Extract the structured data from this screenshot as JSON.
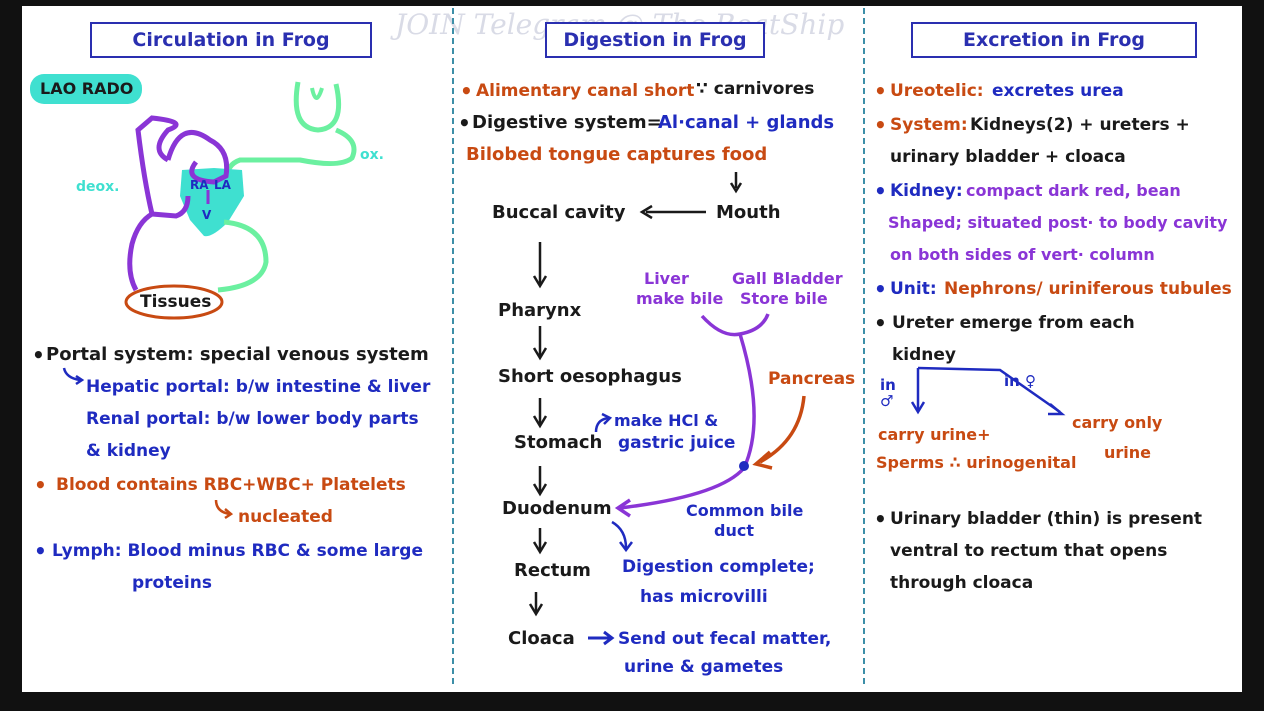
{
  "watermark": "JOIN Telegram @ The BoatShip",
  "circulation": {
    "title": "Circulation in Frog",
    "lao_rado": "LAO RADO",
    "ox": "ox.",
    "deox": "deox.",
    "ra": "RA",
    "la": "LA",
    "v": "V",
    "tissues": "Tissues",
    "portal_line": "Portal system: special venous system",
    "hepatic": "Hepatic portal: b/w intestine & liver",
    "renal_1": "Renal portal: b/w lower body parts",
    "renal_2": "& kidney",
    "blood": "Blood contains RBC+WBC+ Platelets",
    "nucleated": "nucleated",
    "lymph_1": "Lymph: Blood minus RBC & some large",
    "lymph_2": "proteins"
  },
  "digestion": {
    "title": "Digestion in Frog",
    "line1_a": "Alimentary canal short",
    "line1_b": "∵ carnivores",
    "line2_a": "Digestive system=",
    "line2_b": "Al·canal + glands",
    "line3": "Bilobed tongue captures food",
    "buccal": "Buccal cavity",
    "mouth": "Mouth",
    "liver_1": "Liver",
    "liver_2": "make bile",
    "gall_1": "Gall Bladder",
    "gall_2": "Store bile",
    "pharynx": "Pharynx",
    "oesophagus": "Short oesophagus",
    "pancreas": "Pancreas",
    "stomach": "Stomach",
    "hcl_1": "make HCl &",
    "hcl_2": "gastric juice",
    "duodenum": "Duodenum",
    "bile_1": "Common bile",
    "bile_2": "duct",
    "rectum": "Rectum",
    "dig_1": "Digestion complete;",
    "dig_2": "has microvilli",
    "cloaca": "Cloaca",
    "send_1": "Send out fecal matter,",
    "send_2": "urine & gametes"
  },
  "excretion": {
    "title": "Excretion in Frog",
    "ureo_a": "Ureotelic:",
    "ureo_b": "excretes urea",
    "sys_a": "System:",
    "sys_b": "Kidneys(2) + ureters +",
    "sys_c": "urinary bladder + cloaca",
    "kid_a": "Kidney:",
    "kid_b": "compact dark red, bean",
    "kid_c": "Shaped; situated post· to body cavity",
    "kid_d": "on both sides of vert· column",
    "unit_a": "Unit:",
    "unit_b": "Nephrons/ uriniferous tubules",
    "ureter_1": "Ureter emerge from each",
    "ureter_2": "kidney",
    "in_male": "in",
    "male_sym": "♂",
    "in_female": "in ♀",
    "carry1_a": "carry urine+",
    "carry1_b": "Sperms ∴ urinogenital",
    "carry2_a": "carry only",
    "carry2_b": "urine",
    "bladder_1": "Urinary bladder (thin) is present",
    "bladder_2": "ventral to rectum that opens",
    "bladder_3": "through cloaca"
  },
  "colors": {
    "blue": "#1f2bc0",
    "orange": "#c84a12",
    "purple": "#8a35d6",
    "teal": "#3fe0d0",
    "green": "#6bf0a0"
  }
}
